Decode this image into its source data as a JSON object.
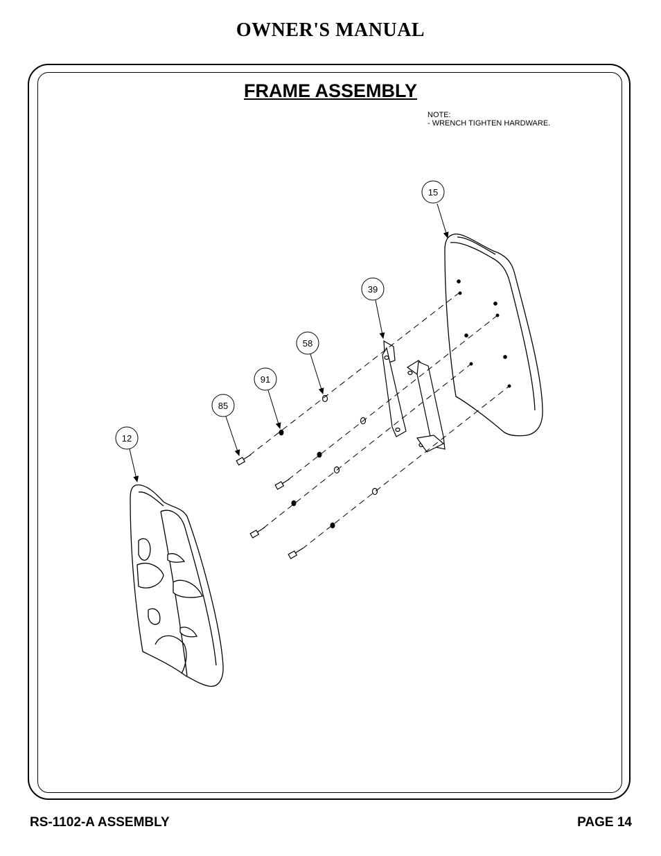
{
  "header": {
    "title": "OWNER'S MANUAL"
  },
  "section": {
    "title": "FRAME ASSEMBLY"
  },
  "note": {
    "heading": "NOTE:",
    "line1": "-  WRENCH TIGHTEN HARDWARE."
  },
  "callouts": [
    "15",
    "39",
    "58",
    "91",
    "85",
    "12"
  ],
  "footer": {
    "left": "RS-1102-A ASSEMBLY",
    "right": "PAGE 14"
  }
}
